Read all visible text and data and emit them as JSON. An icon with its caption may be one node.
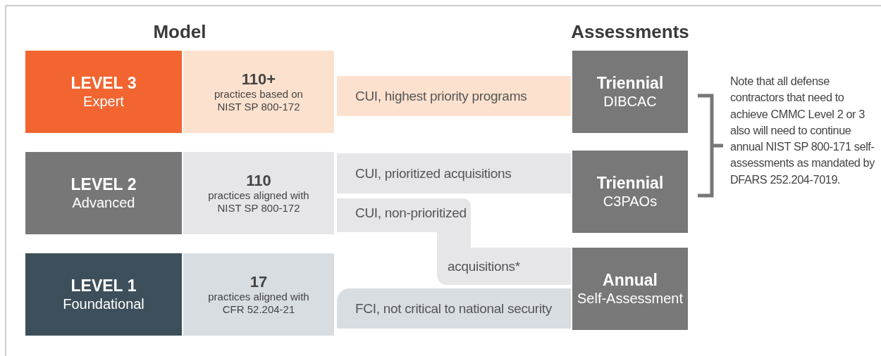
{
  "diagram": {
    "nodes": [
      {
        "text": [
          "LEVEL 3",
          "Expert"
        ]
      },
      {
        "text": [
          "110+",
          "practices based on NIST SP 800-172"
        ]
      },
      {
        "text": [
          "CUI, highest priority programs"
        ]
      },
      {
        "text": [
          "Triennial",
          "DIBCAC"
        ]
      },
      {
        "text": [
          "LEVEL 2",
          "Advanced"
        ]
      },
      {
        "text": [
          "110",
          "practices aligned with NIST SP 800-172"
        ]
      },
      {
        "text": [
          "CUI, prioritized acquisitions"
        ]
      },
      {
        "text": [
          "Triennial",
          "C3PAOs"
        ]
      },
      {
        "text": [
          "CUI, non-prioritized",
          "acquisitions*"
        ]
      },
      {
        "text": [
          "LEVEL 1",
          "Foundational"
        ]
      },
      {
        "text": [
          "17",
          "practices aligned with CFR 52.204-21"
        ]
      },
      {
        "text": [
          "Annual",
          "Self-Assessment"
        ]
      },
      {
        "text": [
          "FCI, not critical to national security"
        ]
      }
    ],
    "labels": [
      "Model",
      "Assessments",
      "Note that all defense contractors that need to achieve CMMC Level 2 or 3 also will need to continue annual NIST SP 800-171 self-assessments as mandated by DFARS 252.204-7019."
    ]
  }
}
